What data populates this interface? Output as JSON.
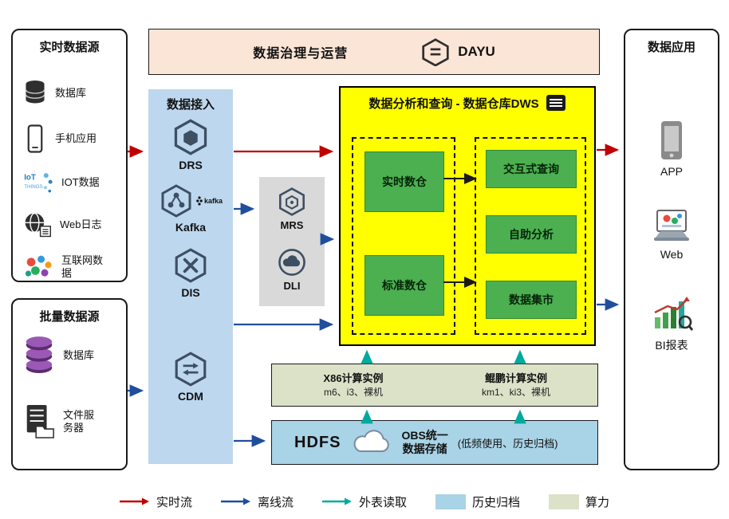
{
  "governance": {
    "title": "数据治理与运营",
    "logo_text": "DAYU"
  },
  "realtime_sources": {
    "title": "实时数据源",
    "items": [
      {
        "label": "数据库",
        "icon": "database-icon"
      },
      {
        "label": "手机应用",
        "icon": "mobile-phone-icon"
      },
      {
        "label": "IOT数据",
        "icon": "iot-icon"
      },
      {
        "label": "Web日志",
        "icon": "web-globe-icon"
      },
      {
        "label": "互联网数据",
        "icon": "internet-data-icon"
      }
    ]
  },
  "batch_sources": {
    "title": "批量数据源",
    "items": [
      {
        "label": "数据库",
        "icon": "purple-database-icon"
      },
      {
        "label": "文件服务器",
        "icon": "file-server-icon"
      }
    ]
  },
  "ingestion": {
    "title": "数据接入",
    "items": [
      {
        "label": "DRS",
        "icon": "drs-hexagon-icon"
      },
      {
        "label": "Kafka",
        "icon": "kafka-hexagon-icon",
        "badge": "kafka"
      },
      {
        "label": "DIS",
        "icon": "dis-hexagon-icon"
      },
      {
        "label": "CDM",
        "icon": "cdm-hexagon-icon"
      }
    ]
  },
  "processing": {
    "items": [
      {
        "label": "MRS",
        "icon": "mrs-hexagon-icon"
      },
      {
        "label": "DLI",
        "icon": "dli-cloud-icon"
      }
    ]
  },
  "dws": {
    "title": "数据分析和查询 - 数据仓库DWS",
    "left_modules": [
      "实时数仓",
      "标准数仓"
    ],
    "right_modules": [
      "交互式查询",
      "自助分析",
      "数据集市"
    ]
  },
  "compute": {
    "groups": [
      {
        "title": "X86计算实例",
        "specs": "m6、i3、裸机"
      },
      {
        "title": "鲲鹏计算实例",
        "specs": "km1、ki3、裸机"
      }
    ]
  },
  "storage": {
    "hdfs_label": "HDFS",
    "obs_line1": "OBS统一",
    "obs_line2": "数据存储",
    "note": "(低频使用、历史归档)"
  },
  "applications": {
    "title": "数据应用",
    "items": [
      {
        "label": "APP",
        "icon": "app-phone-icon"
      },
      {
        "label": "Web",
        "icon": "web-monitor-icon"
      },
      {
        "label": "BI报表",
        "icon": "bi-report-icon"
      }
    ]
  },
  "legend": {
    "items": [
      {
        "label": "实时流",
        "type": "arrow",
        "color": "#C00000"
      },
      {
        "label": "离线流",
        "type": "arrow",
        "color": "#1F4E9C"
      },
      {
        "label": "外表读取",
        "type": "arrow",
        "color": "#00A99D"
      },
      {
        "label": "历史归档",
        "type": "swatch",
        "color": "#A9D3E6"
      },
      {
        "label": "算力",
        "type": "swatch",
        "color": "#DCE2C8"
      }
    ]
  },
  "colors": {
    "realtime_flow": "#C00000",
    "offline_flow": "#1F4E9C",
    "external_read": "#00A99D",
    "archive_bg": "#A9D3E6",
    "compute_bg": "#DCE2C8",
    "dws_bg": "#FFFF00",
    "module_green": "#4CB050",
    "ingestion_bg": "#BDD7EE",
    "governance_bg": "#FBE5D6",
    "processing_bg": "#D9D9D9"
  }
}
